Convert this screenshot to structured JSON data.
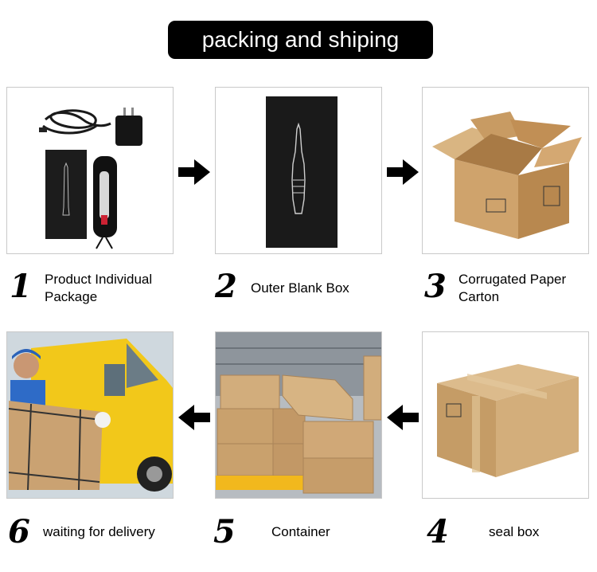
{
  "title": "packing and shiping",
  "steps": [
    {
      "number": "1",
      "label_lines": [
        "Product Individual",
        "Package"
      ]
    },
    {
      "number": "2",
      "label_lines": [
        "Outer Blank Box"
      ]
    },
    {
      "number": "3",
      "label_lines": [
        "Corrugated Paper",
        "Carton"
      ]
    },
    {
      "number": "4",
      "label_lines": [
        "seal box"
      ]
    },
    {
      "number": "5",
      "label_lines": [
        "Container"
      ]
    },
    {
      "number": "6",
      "label_lines": [
        "waiting for delivery"
      ]
    }
  ],
  "icons": {
    "arrow_right": "arrow-right-icon",
    "arrow_left": "arrow-left-icon"
  },
  "colors": {
    "title_bg": "#000000",
    "title_text": "#ffffff",
    "cardboard": "#c9a06b",
    "van_yellow": "#f2c81a"
  }
}
